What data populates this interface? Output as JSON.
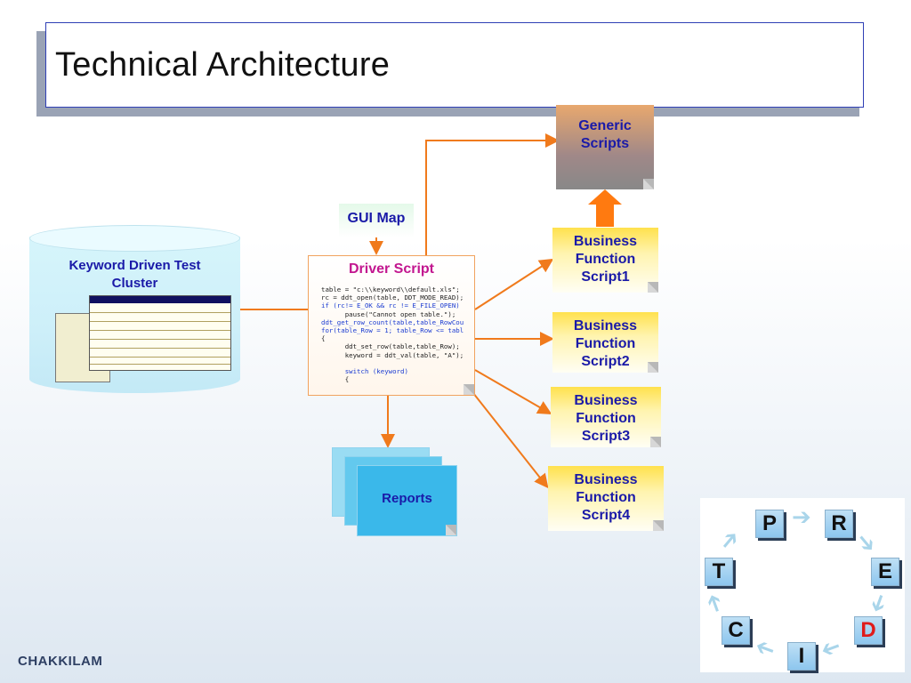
{
  "title": "Technical Architecture",
  "cylinder_label": "Keyword Driven Test Cluster",
  "gui_map": "GUI Map",
  "generic_scripts": "Generic Scripts",
  "driver": {
    "title": "Driver Script",
    "code": [
      "table = \"c:\\\\keyword\\\\default.xls\";",
      "rc = ddt_open(table, DDT_MODE_READ);",
      "if (rc!= E_OK && rc != E_FILE_OPEN)",
      "      pause(\"Cannot open table.\");",
      "ddt_get_row_count(table,table_RowCou",
      "for(table_Row = 1; table_Row <= tabl",
      "{",
      "      ddt_set_row(table,table_Row);",
      "      keyword = ddt_val(table, \"A\");",
      "",
      "      switch (keyword)",
      "      {"
    ]
  },
  "business_scripts": [
    "Business Function Script1",
    "Business Function Script2",
    "Business Function Script3",
    "Business Function Script4"
  ],
  "reports": "Reports",
  "precdit_letters": [
    "P",
    "R",
    "E",
    "D",
    "I",
    "C",
    "T"
  ],
  "logo": "CHAKKILAM",
  "colors": {
    "title_border": "#2f3fb5",
    "arrow": "#f07a1c",
    "text_blue": "#1a1aa8",
    "driver_title": "#c2168f"
  }
}
